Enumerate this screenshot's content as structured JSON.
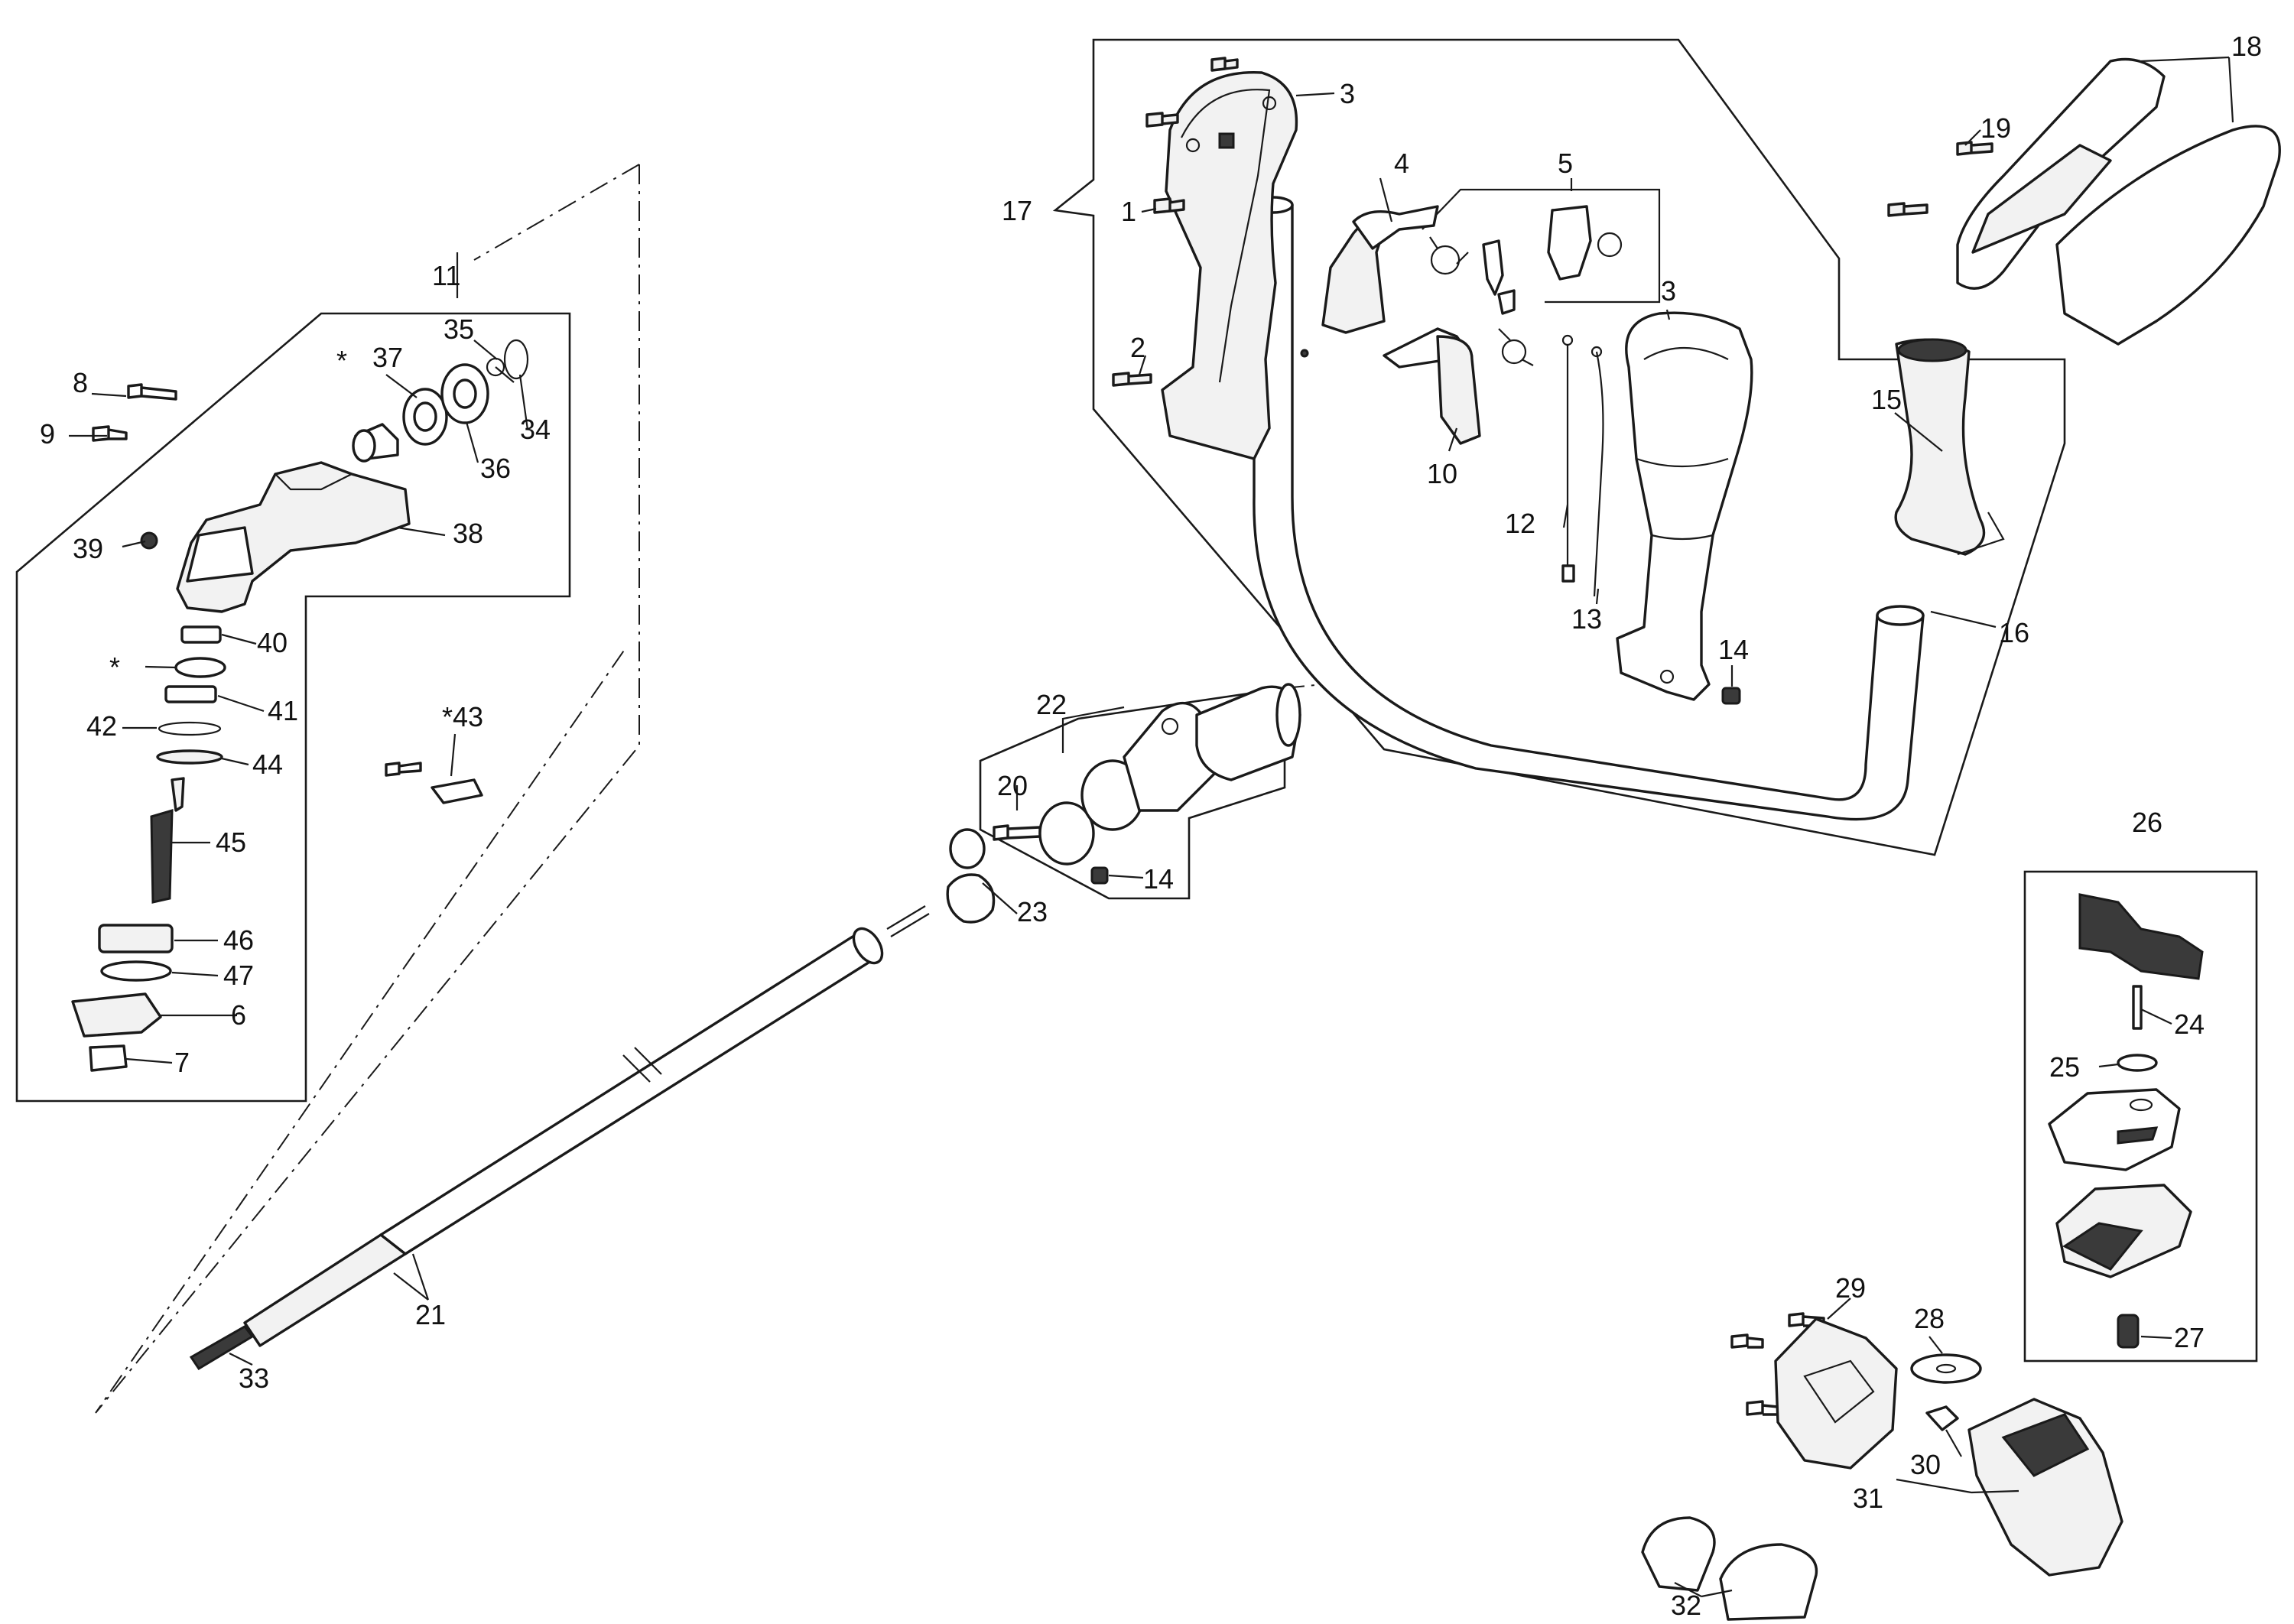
{
  "diagram": {
    "labels": {
      "p1": "1",
      "p2": "2",
      "p3a": "3",
      "p3b": "3",
      "p4": "4",
      "p5": "5",
      "p6": "6",
      "p7": "7",
      "p8": "8",
      "p9": "9",
      "p10": "10",
      "p11": "11",
      "p12": "12",
      "p13": "13",
      "p14a": "14",
      "p14b": "14",
      "p15": "15",
      "p16": "16",
      "p17": "17",
      "p18": "18",
      "p19": "19",
      "p20": "20",
      "p21": "21",
      "p22": "22",
      "p23": "23",
      "p24": "24",
      "p25": "25",
      "p26": "26",
      "p27": "27",
      "p28": "28",
      "p29": "29",
      "p30": "30",
      "p31": "31",
      "p32": "32",
      "p33": "33",
      "p34": "34",
      "p35": "35",
      "p36": "36",
      "p37": "37",
      "p38": "38",
      "p39": "39",
      "p40": "40",
      "p41": "41",
      "p42": "42",
      "p43": "*43",
      "p44": "44",
      "p45": "45",
      "p46": "46",
      "p47": "47",
      "star1": "*",
      "star2": "*"
    }
  }
}
